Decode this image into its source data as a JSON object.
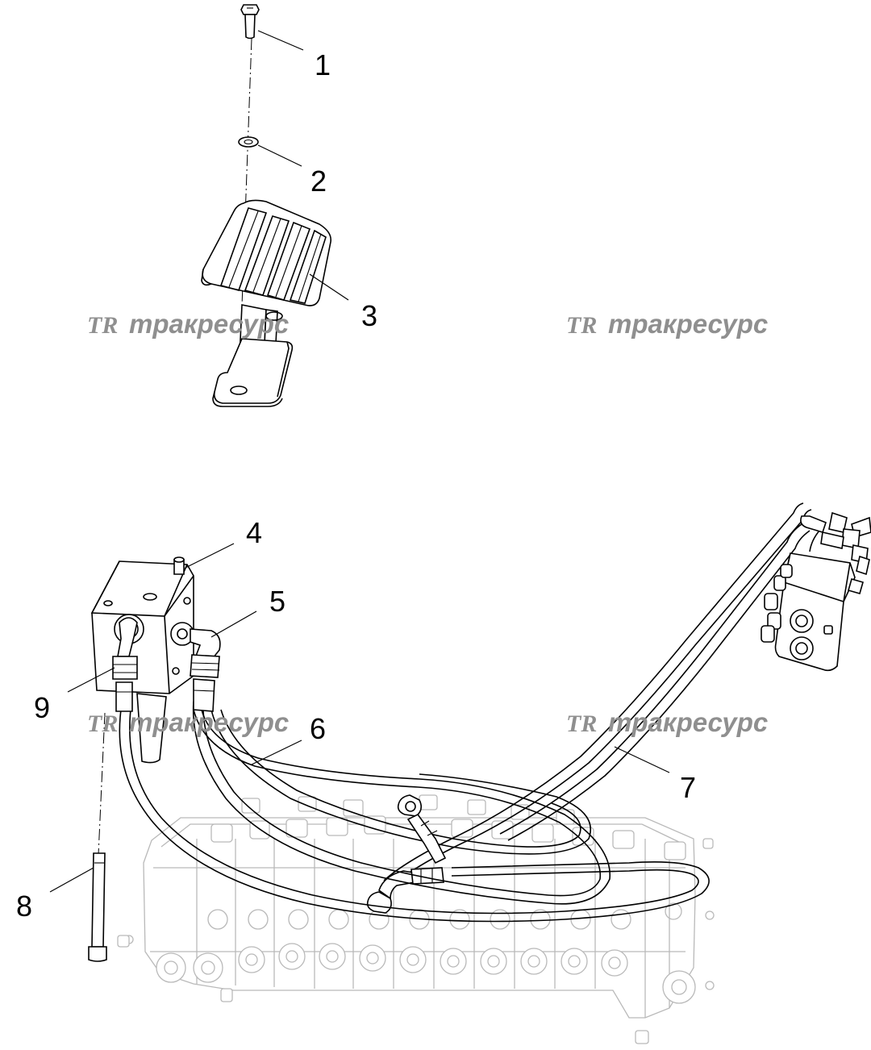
{
  "watermark": {
    "logo": "TR",
    "text": "тракресурс"
  },
  "callouts": [
    {
      "id": "1",
      "label": "1"
    },
    {
      "id": "2",
      "label": "2"
    },
    {
      "id": "3",
      "label": "3"
    },
    {
      "id": "4",
      "label": "4"
    },
    {
      "id": "5",
      "label": "5"
    },
    {
      "id": "6",
      "label": "6"
    },
    {
      "id": "7",
      "label": "7"
    },
    {
      "id": "8",
      "label": "8"
    },
    {
      "id": "9",
      "label": "9"
    }
  ],
  "colors": {
    "line": "#000000",
    "ghost_part": "#b9b9b9",
    "watermark": "#8f8f8f",
    "background": "#ffffff"
  }
}
